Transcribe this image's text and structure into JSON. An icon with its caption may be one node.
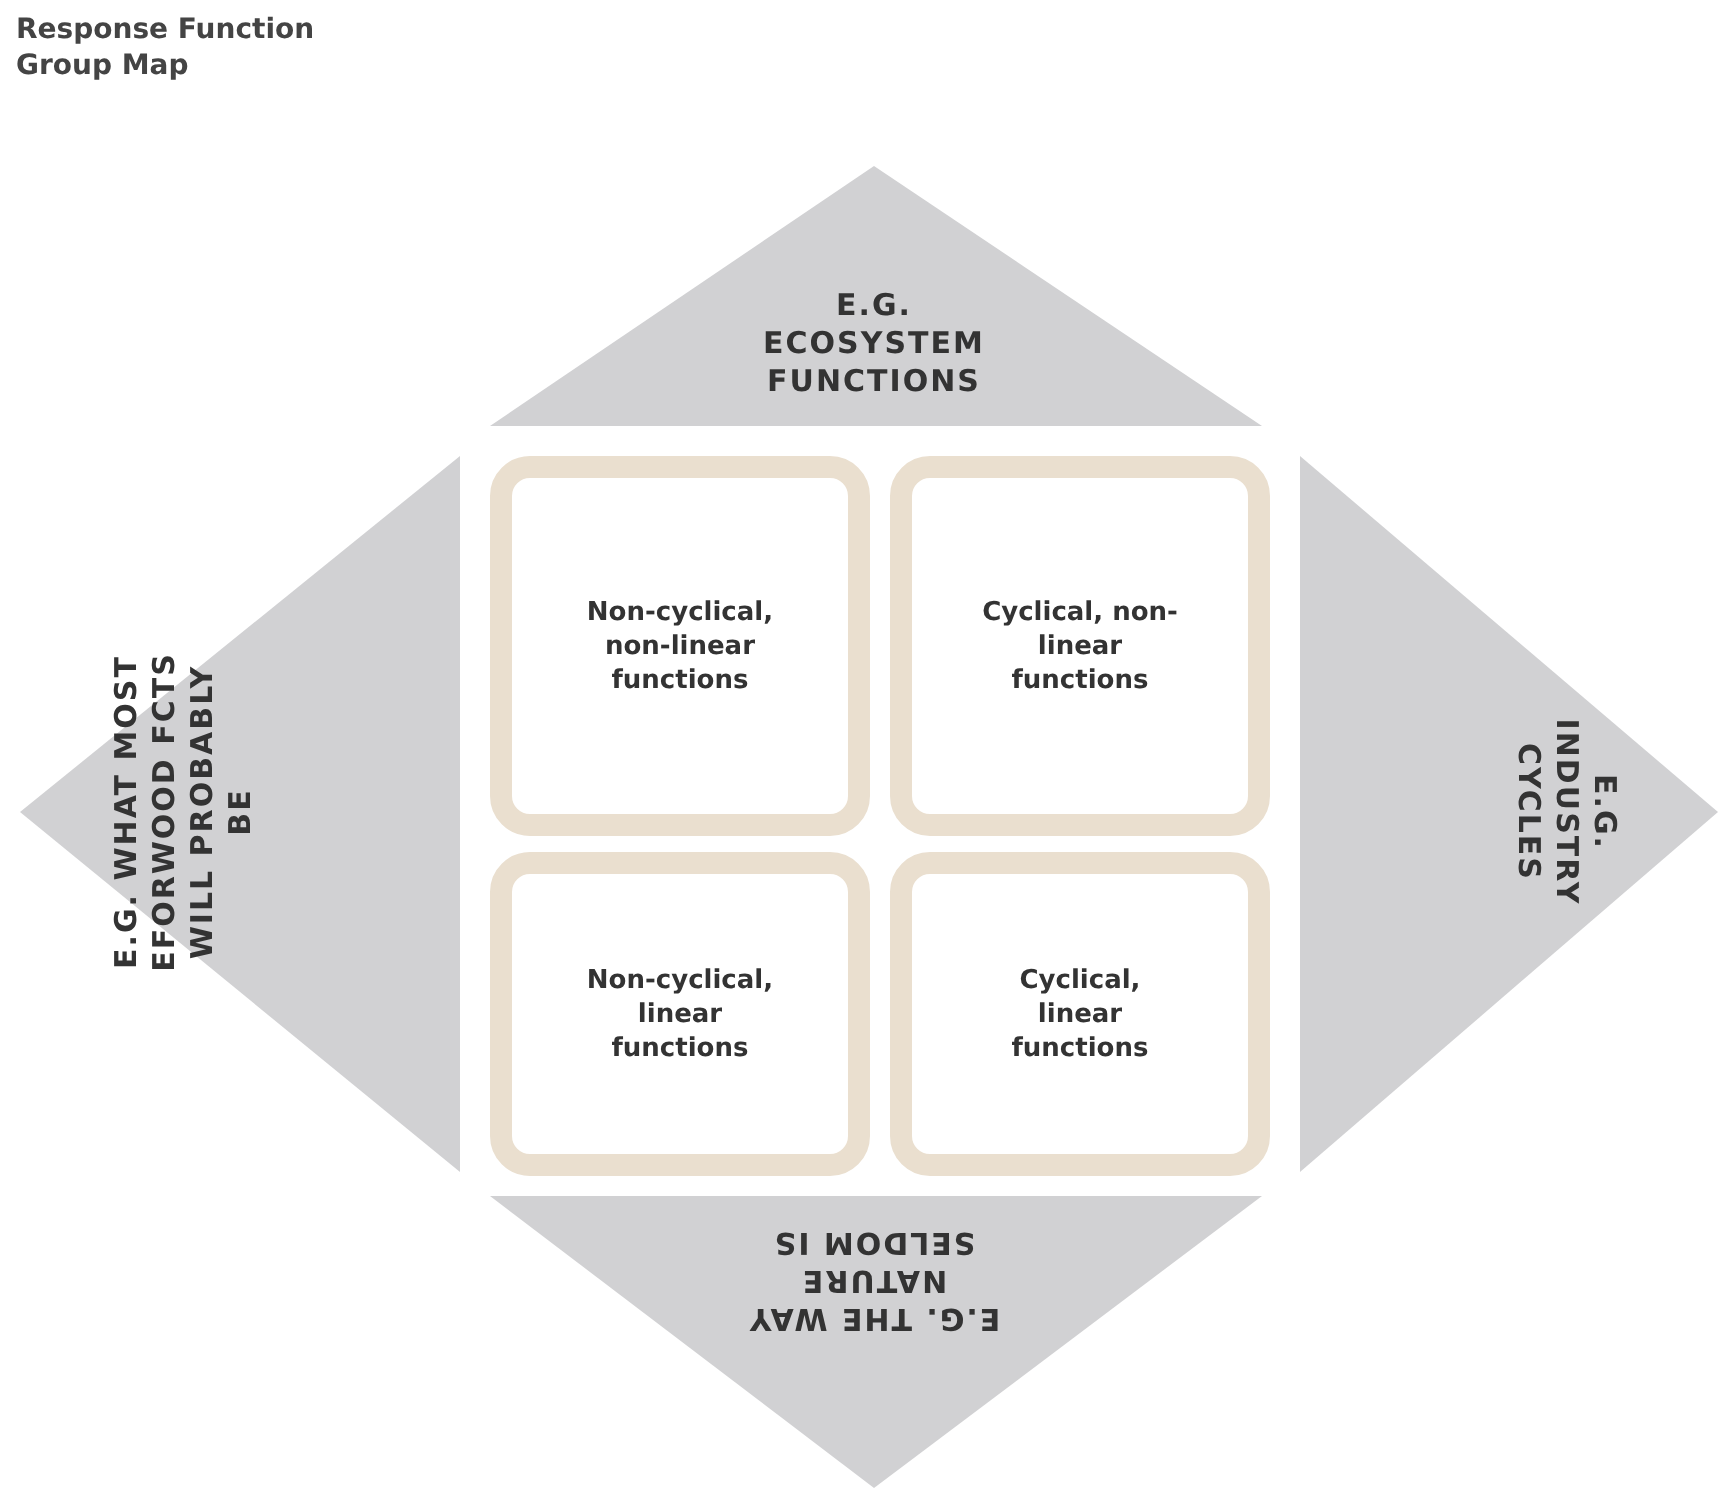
{
  "diagram": {
    "title": "Response Function Group Map",
    "nodes": [
      {
        "text": [
          "E.G. ECOSYSTEM FUNCTIONS"
        ]
      },
      {
        "text": [
          "E.G. WHAT MOST EFORWOOD FCTS WILL PROBABLY BE"
        ]
      },
      {
        "text": [
          "Non-cyclical, non-linear functions"
        ]
      },
      {
        "text": [
          "Cyclical, non-linear functions"
        ]
      },
      {
        "text": [
          "Non-cyclical, linear functions"
        ]
      },
      {
        "text": [
          "Cyclical, linear functions"
        ]
      },
      {
        "text": [
          "E.G. INDUSTRY CYCLES"
        ]
      },
      {
        "text": [
          "E.G. THE WAY NATURE SELDOM IS"
        ]
      }
    ],
    "edges": []
  }
}
